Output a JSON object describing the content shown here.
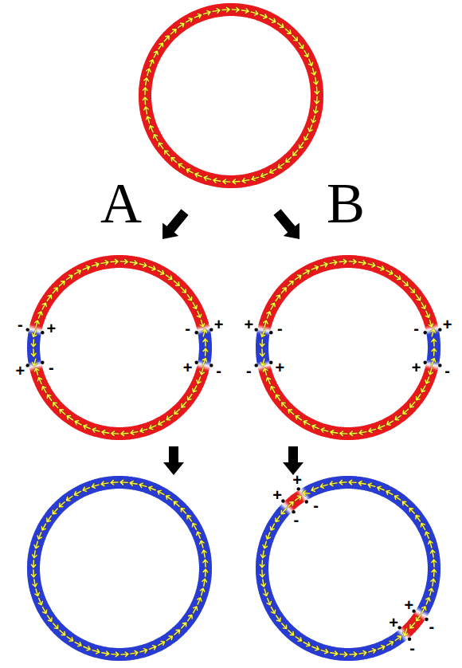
{
  "diagram": {
    "labels": [
      "A",
      "B",
      "-",
      "+",
      "+",
      "-",
      "-",
      "+",
      "+",
      "-",
      "+",
      "-",
      "-",
      "+",
      "-",
      "+",
      "+",
      "-",
      "+",
      "+",
      "-",
      "-",
      "+",
      "+",
      "-",
      "-"
    ]
  }
}
